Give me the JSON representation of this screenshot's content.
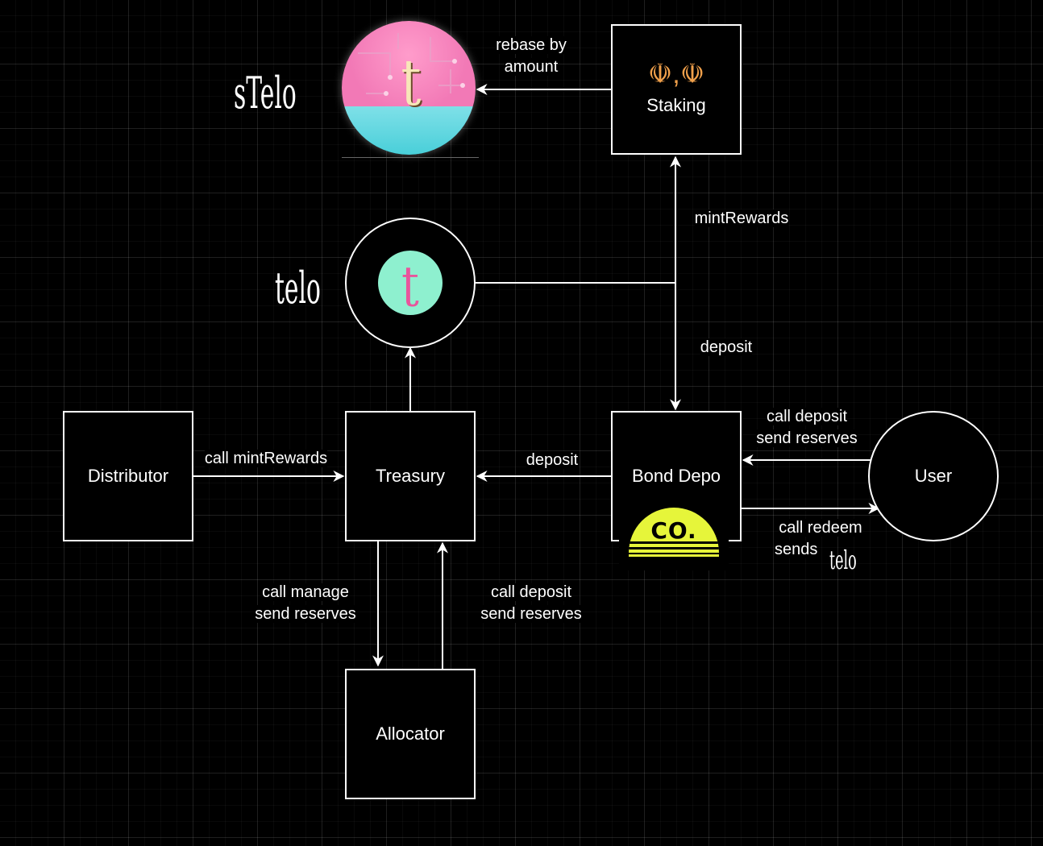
{
  "nodes": {
    "distributor": "Distributor",
    "treasury": "Treasury",
    "bond_depo": "Bond Depo",
    "user": "User",
    "allocator": "Allocator",
    "staking": "Staking"
  },
  "token_labels": {
    "stelo": "sTelo",
    "telo": "telo",
    "telo_small": "telo"
  },
  "logos": {
    "bond_logo": "CO.",
    "telo_glyph": "ʈ",
    "staking_glyph": "☫,☫"
  },
  "edges": {
    "rebase_line1": "rebase by",
    "rebase_line2": "amount",
    "mint_rewards": "mintRewards",
    "deposit_vertical": "deposit",
    "call_mint_rewards": "call mintRewards",
    "deposit_horizontal": "deposit",
    "user_deposit_line1": "call deposit",
    "user_deposit_line2": "send reserves",
    "redeem_line1": "call redeem",
    "redeem_line2": "sends",
    "manage_line1": "call manage",
    "manage_line2": "send reserves",
    "alloc_deposit_line1": "call deposit",
    "alloc_deposit_line2": "send reserves"
  },
  "colors": {
    "background": "#000000",
    "stroke": "#ffffff",
    "stelo_pink": "#f279b6",
    "stelo_cyan": "#49cfd9",
    "telo_mint": "#8ef0cf",
    "telo_pink": "#e8559c",
    "bond_yellow": "#e6f53a",
    "staking_orange": "#f0a04b"
  }
}
